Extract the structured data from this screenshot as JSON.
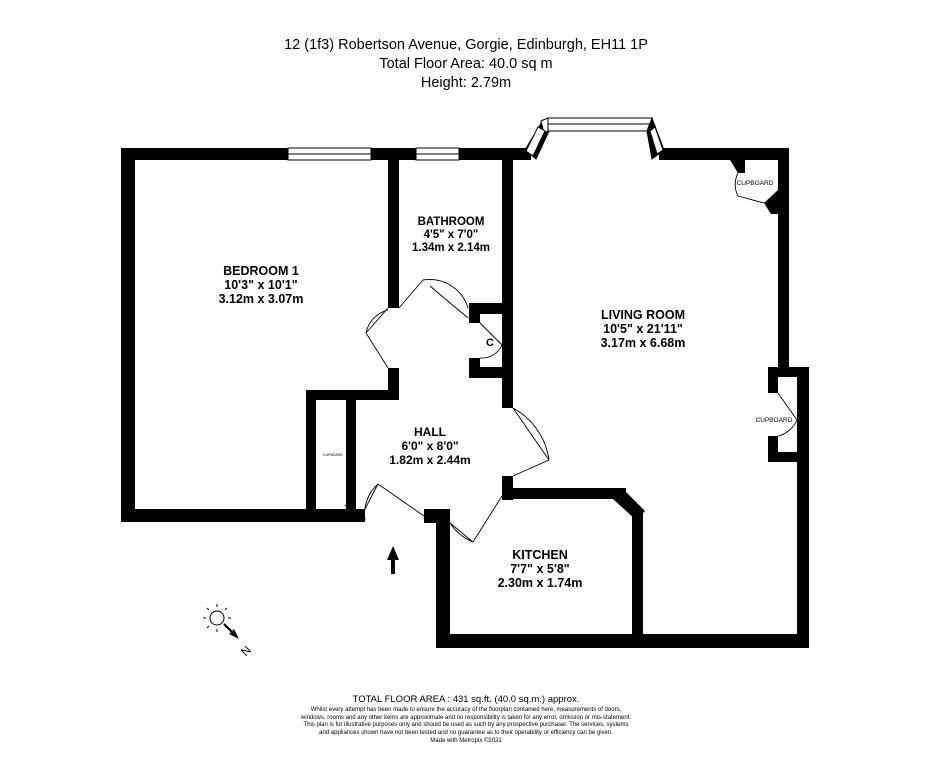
{
  "header": {
    "address": "12 (1f3) Robertson Avenue, Gorgie, Edinburgh, EH11 1P",
    "total_floor_area": "Total Floor Area: 40.0 sq m",
    "height": "Height: 2.79m"
  },
  "rooms": {
    "bedroom": {
      "name": "BEDROOM 1",
      "imperial": "10'3\"  x 10'1\"",
      "metric": "3.12m  x 3.07m"
    },
    "bathroom": {
      "name": "BATHROOM",
      "imperial": "4'5\"  x 7'0\"",
      "metric": "1.34m  x 2.14m"
    },
    "living_room": {
      "name": "LIVING ROOM",
      "imperial": "10'5\"  x 21'11\"",
      "metric": "3.17m  x 6.68m"
    },
    "hall": {
      "name": "HALL",
      "imperial": "6'0\"  x 8'0\"",
      "metric": "1.82m  x 2.44m"
    },
    "kitchen": {
      "name": "KITCHEN",
      "imperial": "7'7\"  x 5'8\"",
      "metric": "2.30m  x 1.74m"
    }
  },
  "cupboards": {
    "living_top": "CUPBOARD",
    "living_right": "CUPBOARD",
    "bedroom": "CUPBOARD",
    "hall_c": "C"
  },
  "compass": {
    "north_label": "N"
  },
  "footer": {
    "area": "TOTAL FLOOR AREA : 431 sq.ft. (40.0 sq.m.) approx.",
    "disclaimer": "Whilst every attempt has been made to ensure the accuracy of the floorplan contained here, measurements of doors, windows, rooms and any other items are approximate and no responsibility is taken for any error, omission or mis-statement. This plan is for illustrative purposes only and should be used as such by any prospective purchaser. The services, systems and appliances shown have not been tested and no guarantee as to their operability or efficiency can be given.",
    "credit": "Made with Metropix ©2021"
  },
  "colors": {
    "wall": "#000000",
    "window_fill": "#ffffff",
    "background": "#ffffff"
  }
}
